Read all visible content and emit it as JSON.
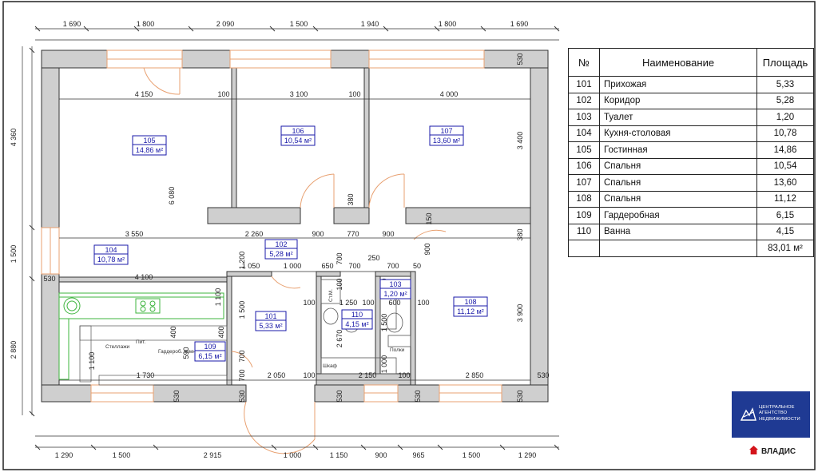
{
  "dims": {
    "top": [
      "1 690",
      "1 800",
      "2 090",
      "1 500",
      "1 940",
      "1 800",
      "1 690"
    ],
    "bottom": [
      "1 290",
      "1 500",
      "2 915",
      "1 000",
      "1 150",
      "900",
      "965",
      "1 500",
      "1 290"
    ],
    "left": [
      "4 360",
      "1 500",
      "2 880"
    ],
    "left_530": "530",
    "inner": {
      "d4150": "4 150",
      "d100a": "100",
      "d3100": "3 100",
      "d100b": "100",
      "d4000": "4 000",
      "d3400": "3 400",
      "d6080": "6 080",
      "d380a": "380",
      "d3550": "3 550",
      "d2260": "2 260",
      "d900a": "900",
      "d770": "770",
      "d900b": "900",
      "d150": "150",
      "d380b": "380",
      "d1200": "1 200",
      "d1050": "1 050",
      "d1000": "1 000",
      "d650": "650",
      "d700a": "700",
      "d250": "250",
      "d700b": "700",
      "d50": "50",
      "d900c": "900",
      "d4100": "4 100",
      "d1100a": "1 100",
      "d1500": "1 500",
      "d100c": "100",
      "d1250": "1 250",
      "d100d": "100",
      "d100e": "100",
      "d1500b": "1 500",
      "d600": "600",
      "d100f": "100",
      "d3900": "3 900",
      "d1100b": "1 100",
      "d400a": "400",
      "d590": "590",
      "d400b": "400",
      "d700c": "700",
      "d2670": "2 670",
      "d1000b": "1 000",
      "d1730": "1 730",
      "d2050": "2 050",
      "d100g": "100",
      "d2150": "2 150",
      "d100h": "100",
      "d2850": "2 850",
      "d530a": "530",
      "d530b": "530",
      "d530c": "530",
      "d530d": "530",
      "d530e": "530",
      "d530f": "530",
      "d530g": "530",
      "d100i": "100",
      "d100j": "100",
      "d700d": "700",
      "d700e": "700"
    }
  },
  "rooms": [
    {
      "id": "105",
      "area": "14,86 м²"
    },
    {
      "id": "106",
      "area": "10,54 м²"
    },
    {
      "id": "107",
      "area": "13,60 м²"
    },
    {
      "id": "104",
      "area": "10,78 м²"
    },
    {
      "id": "102",
      "area": "5,28 м²"
    },
    {
      "id": "103",
      "area": "1,20 м²"
    },
    {
      "id": "108",
      "area": "11,12 м²"
    },
    {
      "id": "101",
      "area": "5,33 м²"
    },
    {
      "id": "110",
      "area": "4,15 м²"
    },
    {
      "id": "109",
      "area": "6,15 м²"
    }
  ],
  "furniture_labels": {
    "shelves": "Стеллажи",
    "wardrobe": "Гардероб. комната",
    "pipe": "Пит.",
    "washer": "Ст.М.",
    "cabinet": "Шкаф",
    "shelving": "Полки"
  },
  "table": {
    "headers": {
      "num": "№",
      "name": "Наименование",
      "area": "Площадь"
    },
    "rows": [
      {
        "num": "101",
        "name": "Прихожая",
        "area": "5,33"
      },
      {
        "num": "102",
        "name": "Коридор",
        "area": "5,28"
      },
      {
        "num": "103",
        "name": "Туалет",
        "area": "1,20"
      },
      {
        "num": "104",
        "name": "Кухня-столовая",
        "area": "10,78"
      },
      {
        "num": "105",
        "name": "Гостинная",
        "area": "14,86"
      },
      {
        "num": "106",
        "name": "Спальня",
        "area": "10,54"
      },
      {
        "num": "107",
        "name": "Спальня",
        "area": "13,60"
      },
      {
        "num": "108",
        "name": "Спальня",
        "area": "11,12"
      },
      {
        "num": "109",
        "name": "Гардеробная",
        "area": "6,15"
      },
      {
        "num": "110",
        "name": "Ванна",
        "area": "4,15"
      }
    ],
    "total": "83,01 м²"
  },
  "logo": {
    "lines": [
      "ЦЕНТРАЛЬНОЕ",
      "АГЕНТСТВО",
      "НЕДВИЖИМОСТИ"
    ]
  },
  "brand": "ВЛАДИС",
  "colors": {
    "room_tag": "#1a1aa8",
    "door": "#e8a070",
    "kitchen": "#3cb43c",
    "logo_bg": "#1f3a93",
    "brand_icon": "#d4141b"
  }
}
